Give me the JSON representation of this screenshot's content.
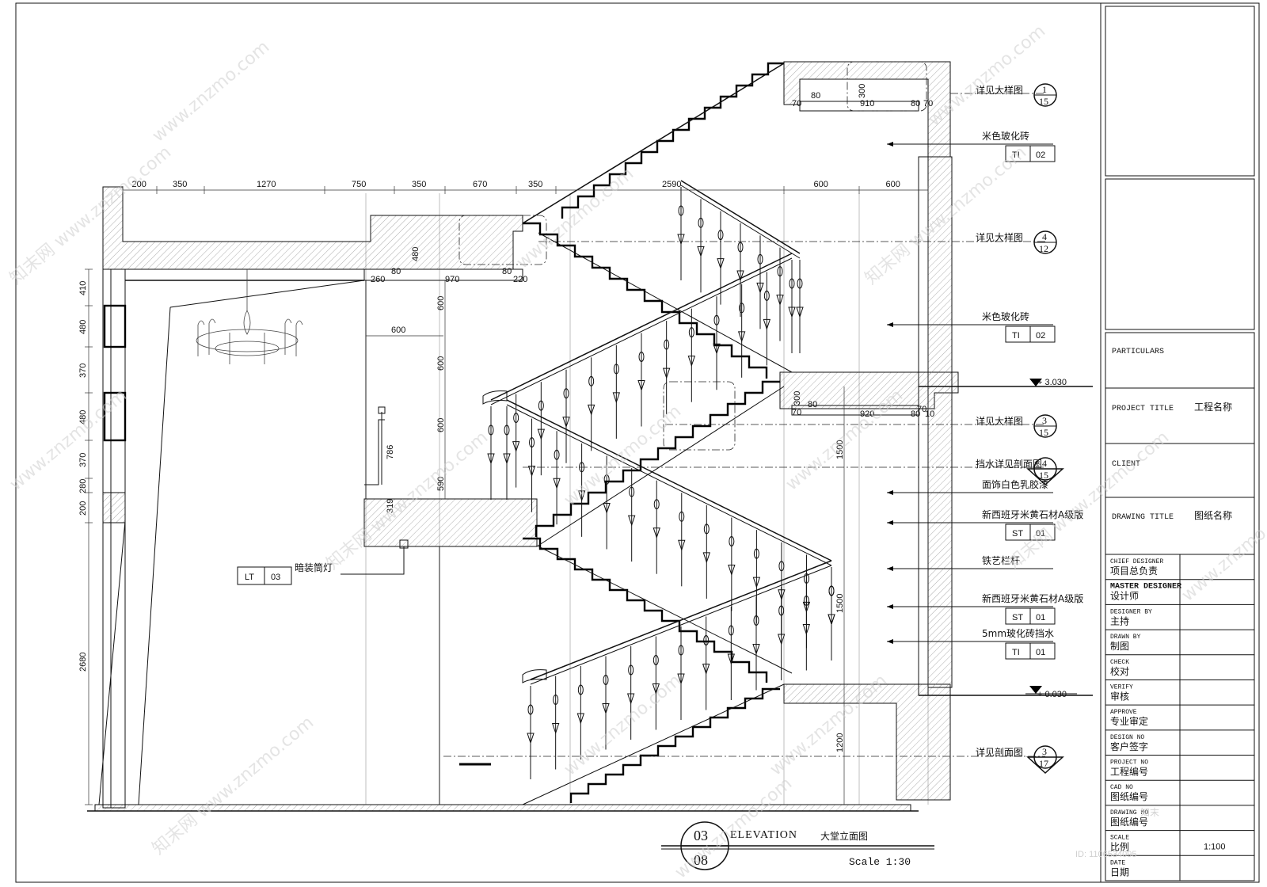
{
  "top_dimensions": [
    "200",
    "350",
    "1270",
    "750",
    "350",
    "670",
    "350",
    "2590",
    "600",
    "600"
  ],
  "left_dimensions": [
    "410",
    "480",
    "370",
    "480",
    "370",
    "280",
    "200",
    "2680"
  ],
  "ceiling_details": {
    "upper": [
      "80",
      "300",
      "910",
      "80",
      "70",
      "70"
    ],
    "mid": [
      "80",
      "480",
      "260",
      "970",
      "220",
      "80"
    ],
    "landing": [
      "80",
      "300",
      "920",
      "80",
      "70",
      "70",
      "10"
    ]
  },
  "inner_dims": [
    "600",
    "600",
    "600",
    "600",
    "590",
    "786",
    "319",
    "1500",
    "1500",
    "1200"
  ],
  "levels": [
    "+ 3.030",
    "+ 0.030"
  ],
  "callouts": [
    {
      "text": "详见大样图",
      "top": "1",
      "bottom": "15"
    },
    {
      "text": "详见大样图",
      "top": "4",
      "bottom": "12"
    },
    {
      "text": "详见大样图",
      "top": "3",
      "bottom": "15"
    },
    {
      "text": "挡水详见剖面图",
      "top": "4",
      "bottom": "15"
    },
    {
      "text": "详见剖面图",
      "top": "3",
      "bottom": "17"
    }
  ],
  "materials": [
    {
      "text": "米色玻化砖",
      "code": "TI",
      "num": "02"
    },
    {
      "text": "米色玻化砖",
      "code": "TI",
      "num": "02"
    },
    {
      "text": "面饰白色乳胶漆"
    },
    {
      "text": "新西班牙米黄石材A级版",
      "code": "ST",
      "num": "01"
    },
    {
      "text": "铁艺栏杆"
    },
    {
      "text": "新西班牙米黄石材A级版",
      "code": "ST",
      "num": "01"
    },
    {
      "text": "5mm玻化砖挡水",
      "code": "TI",
      "num": "01"
    }
  ],
  "light_tag": {
    "code": "LT",
    "num": "03",
    "text": "暗装筒灯"
  },
  "title_block_drawing": {
    "num_top": "03",
    "num_bottom": "08",
    "label": "ELEVATION",
    "cn_title": "大堂立面图",
    "scale": "Scale 1:30"
  },
  "title_block": {
    "particulars": "PARTICULARS",
    "project_title": "PROJECT TITLE",
    "project_title_cn": "工程名称",
    "client": "CLIENT",
    "drawing_title": "DRAWING TITLE",
    "drawing_title_cn": "图纸名称",
    "rows": [
      {
        "en": "CHIEF DESIGNER",
        "cn": "项目总负责"
      },
      {
        "en": "MASTER DESIGNER",
        "cn": "设计师"
      },
      {
        "en": "DESIGNER BY",
        "cn": "主持"
      },
      {
        "en": "DRAWN BY",
        "cn": "制图"
      },
      {
        "en": "CHECK",
        "cn": "校对"
      },
      {
        "en": "VERIFY",
        "cn": "审核"
      },
      {
        "en": "APPROVE",
        "cn": "专业审定"
      },
      {
        "en": "DESIGN NO",
        "cn": "客户签字"
      },
      {
        "en": "PROJECT NO",
        "cn": "工程编号"
      },
      {
        "en": "CAD NO",
        "cn": "图纸编号"
      },
      {
        "en": "DRAWING NO",
        "cn": "图纸编号"
      },
      {
        "en": "SCALE",
        "cn": "比例",
        "value": "1:100"
      },
      {
        "en": "DATE",
        "cn": "日期"
      }
    ]
  },
  "watermarks": {
    "site": "www.znzmo.com",
    "brand": "知末网",
    "logo": "知末",
    "id": "ID: 1106534095"
  }
}
